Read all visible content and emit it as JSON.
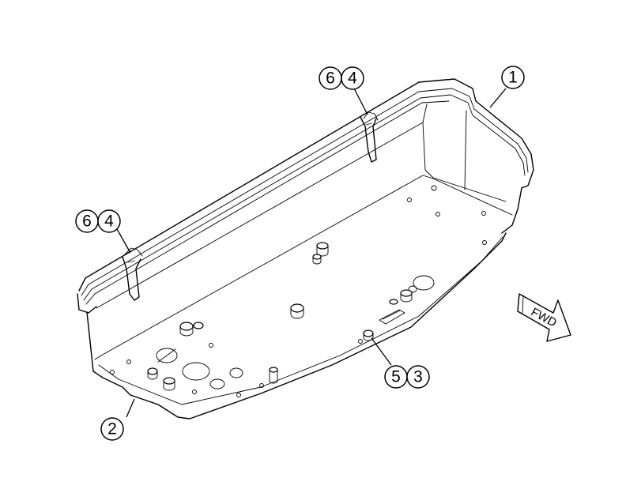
{
  "callouts": [
    {
      "id": "1",
      "label": "1"
    },
    {
      "id": "2",
      "label": "2"
    },
    {
      "id": "6a",
      "label": "6"
    },
    {
      "id": "4a",
      "label": "4"
    },
    {
      "id": "6b",
      "label": "6"
    },
    {
      "id": "4b",
      "label": "4"
    },
    {
      "id": "5",
      "label": "5"
    },
    {
      "id": "3",
      "label": "3"
    }
  ],
  "direction_arrow": {
    "label": "FWD"
  },
  "colors": {
    "stroke": "#000000",
    "background": "#ffffff"
  }
}
